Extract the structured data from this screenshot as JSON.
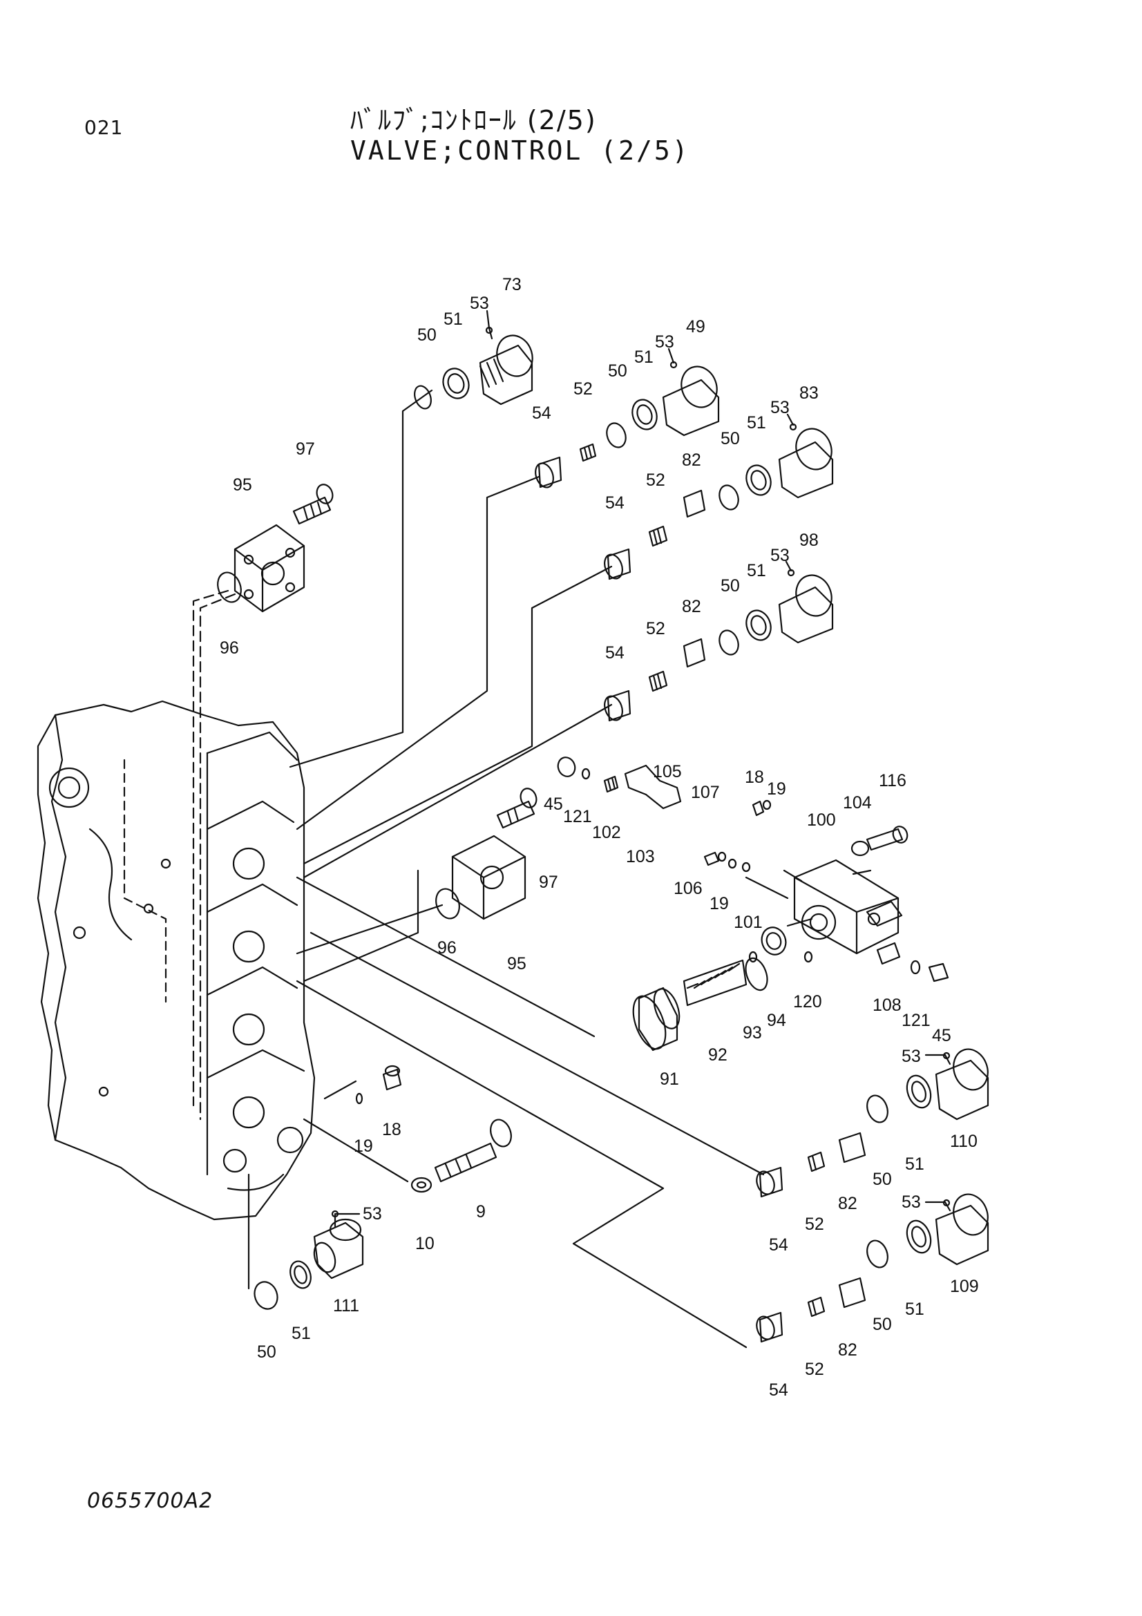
{
  "header": {
    "page_number": "021",
    "title_jp": "ﾊﾞﾙﾌﾞ;ｺﾝﾄﾛｰﾙ (2/5)",
    "title_en": "VALVE;CONTROL (2/5)"
  },
  "footer": {
    "drawing_number": "0655700A2"
  },
  "callouts": [
    {
      "id": "c73",
      "text": "73"
    },
    {
      "id": "c53a",
      "text": "53"
    },
    {
      "id": "c51a",
      "text": "51"
    },
    {
      "id": "c50a",
      "text": "50"
    },
    {
      "id": "c49",
      "text": "49"
    },
    {
      "id": "c53b",
      "text": "53"
    },
    {
      "id": "c51b",
      "text": "51"
    },
    {
      "id": "c50b",
      "text": "50"
    },
    {
      "id": "c52a",
      "text": "52"
    },
    {
      "id": "c54a",
      "text": "54"
    },
    {
      "id": "c83",
      "text": "83"
    },
    {
      "id": "c53c",
      "text": "53"
    },
    {
      "id": "c51c",
      "text": "51"
    },
    {
      "id": "c50c",
      "text": "50"
    },
    {
      "id": "c82a",
      "text": "82"
    },
    {
      "id": "c52b",
      "text": "52"
    },
    {
      "id": "c54b",
      "text": "54"
    },
    {
      "id": "c97a",
      "text": "97"
    },
    {
      "id": "c95a",
      "text": "95"
    },
    {
      "id": "c96a",
      "text": "96"
    },
    {
      "id": "c98",
      "text": "98"
    },
    {
      "id": "c53d",
      "text": "53"
    },
    {
      "id": "c51d",
      "text": "51"
    },
    {
      "id": "c50d",
      "text": "50"
    },
    {
      "id": "c82b",
      "text": "82"
    },
    {
      "id": "c52c",
      "text": "52"
    },
    {
      "id": "c54c",
      "text": "54"
    },
    {
      "id": "c105",
      "text": "105"
    },
    {
      "id": "c107",
      "text": "107"
    },
    {
      "id": "c18a",
      "text": "18"
    },
    {
      "id": "c19a",
      "text": "19"
    },
    {
      "id": "c116",
      "text": "116"
    },
    {
      "id": "c45a",
      "text": "45"
    },
    {
      "id": "c121a",
      "text": "121"
    },
    {
      "id": "c102",
      "text": "102"
    },
    {
      "id": "c103",
      "text": "103"
    },
    {
      "id": "c104",
      "text": "104"
    },
    {
      "id": "c100",
      "text": "100"
    },
    {
      "id": "c97b",
      "text": "97"
    },
    {
      "id": "c106",
      "text": "106"
    },
    {
      "id": "c19b",
      "text": "19"
    },
    {
      "id": "c101",
      "text": "101"
    },
    {
      "id": "c96b",
      "text": "96"
    },
    {
      "id": "c95b",
      "text": "95"
    },
    {
      "id": "c120",
      "text": "120"
    },
    {
      "id": "c108",
      "text": "108"
    },
    {
      "id": "c121b",
      "text": "121"
    },
    {
      "id": "c45b",
      "text": "45"
    },
    {
      "id": "c93",
      "text": "93"
    },
    {
      "id": "c94",
      "text": "94"
    },
    {
      "id": "c92",
      "text": "92"
    },
    {
      "id": "c91",
      "text": "91"
    },
    {
      "id": "c53e",
      "text": "53"
    },
    {
      "id": "c110",
      "text": "110"
    },
    {
      "id": "c51e",
      "text": "51"
    },
    {
      "id": "c50e",
      "text": "50"
    },
    {
      "id": "c82c",
      "text": "82"
    },
    {
      "id": "c52d",
      "text": "52"
    },
    {
      "id": "c54d",
      "text": "54"
    },
    {
      "id": "c19c",
      "text": "19"
    },
    {
      "id": "c18b",
      "text": "18"
    },
    {
      "id": "c9",
      "text": "9"
    },
    {
      "id": "c10",
      "text": "10"
    },
    {
      "id": "c53f",
      "text": "53"
    },
    {
      "id": "c111",
      "text": "111"
    },
    {
      "id": "c51f",
      "text": "51"
    },
    {
      "id": "c50f",
      "text": "50"
    },
    {
      "id": "c53g",
      "text": "53"
    },
    {
      "id": "c109",
      "text": "109"
    },
    {
      "id": "c51g",
      "text": "51"
    },
    {
      "id": "c50g",
      "text": "50"
    },
    {
      "id": "c82d",
      "text": "82"
    },
    {
      "id": "c52e",
      "text": "52"
    },
    {
      "id": "c54e",
      "text": "54"
    }
  ]
}
